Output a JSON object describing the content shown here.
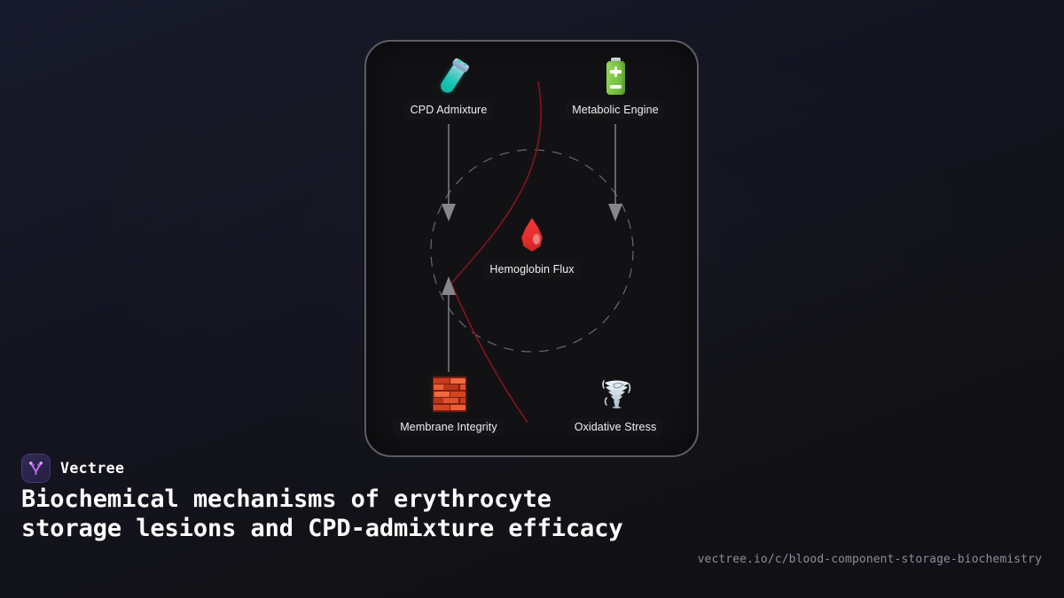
{
  "background": {
    "base_color": "#121217",
    "gradient_top_right": "#171a2b",
    "gradient_bottom_left": "#101015"
  },
  "diagram": {
    "card": {
      "border_color": "#5b5d63",
      "fill_color": "#121215",
      "corner_radius": 30
    },
    "center_circle": {
      "style": "dashed",
      "stroke_color": "#9aa0a6",
      "radius": 114
    },
    "accent_curve": {
      "stroke_color": "#8b1420",
      "shape": "s-curve"
    },
    "nodes": [
      {
        "id": "cpd-admixture",
        "label": "CPD Admixture",
        "icon": "test-tube-icon",
        "icon_color": "#18c8b4",
        "position": "top-left"
      },
      {
        "id": "metabolic-engine",
        "label": "Metabolic Engine",
        "icon": "battery-icon",
        "icon_color": "#7ec943",
        "position": "top-right"
      },
      {
        "id": "hemoglobin-flux",
        "label": "Hemoglobin Flux",
        "icon": "blood-drop-icon",
        "icon_color": "#e62d2d",
        "position": "center"
      },
      {
        "id": "membrane-integrity",
        "label": "Membrane Integrity",
        "icon": "brick-wall-icon",
        "icon_color": "#c84a28",
        "position": "bottom-left"
      },
      {
        "id": "oxidative-stress",
        "label": "Oxidative Stress",
        "icon": "tornado-icon",
        "icon_color": "#cfdce2",
        "position": "bottom-right"
      }
    ],
    "edges": [
      {
        "from": "cpd-admixture",
        "to": "hemoglobin-flux",
        "direction": "down",
        "arrow": true
      },
      {
        "from": "metabolic-engine",
        "to": "hemoglobin-flux",
        "direction": "down",
        "arrow": true
      },
      {
        "from": "membrane-integrity",
        "to": "hemoglobin-flux",
        "direction": "up",
        "arrow": true
      }
    ],
    "edge_color": "#86878c"
  },
  "brand": {
    "name": "Vectree",
    "mark_icon": "vectree-logo-icon",
    "mark_color": "#c76bf0",
    "mark_bg": "#2a2448"
  },
  "headline": "Biochemical mechanisms of erythrocyte storage lesions and CPD-admixture efficacy",
  "footer": {
    "url": "vectree.io/c/blood-component-storage-biochemistry",
    "url_color": "#8d8d99"
  }
}
